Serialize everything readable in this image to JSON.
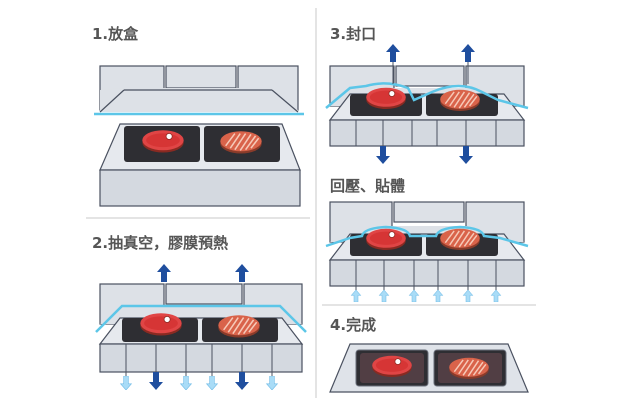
{
  "steps": {
    "step1": "1.放盒",
    "step2": "2.抽真空，膠膜預熱",
    "step3": "3.封口",
    "step3b": "回壓、貼體",
    "step4": "4.完成"
  },
  "colors": {
    "machine_fill": "#d9dde3",
    "machine_stroke": "#4a5160",
    "tray": "#2e2e33",
    "film": "#5cc6e8",
    "steak_red": "#d63b3b",
    "steak_dark": "#8a2a22",
    "arrow_dark": "#1f4e9e",
    "arrow_light": "#9fd6f5",
    "divider": "#c8c8c8"
  },
  "icons": {
    "up_arrow": "up-arrow-icon",
    "down_arrow": "down-arrow-icon",
    "steak": "steak-icon",
    "striped_steak": "striped-steak-icon"
  }
}
